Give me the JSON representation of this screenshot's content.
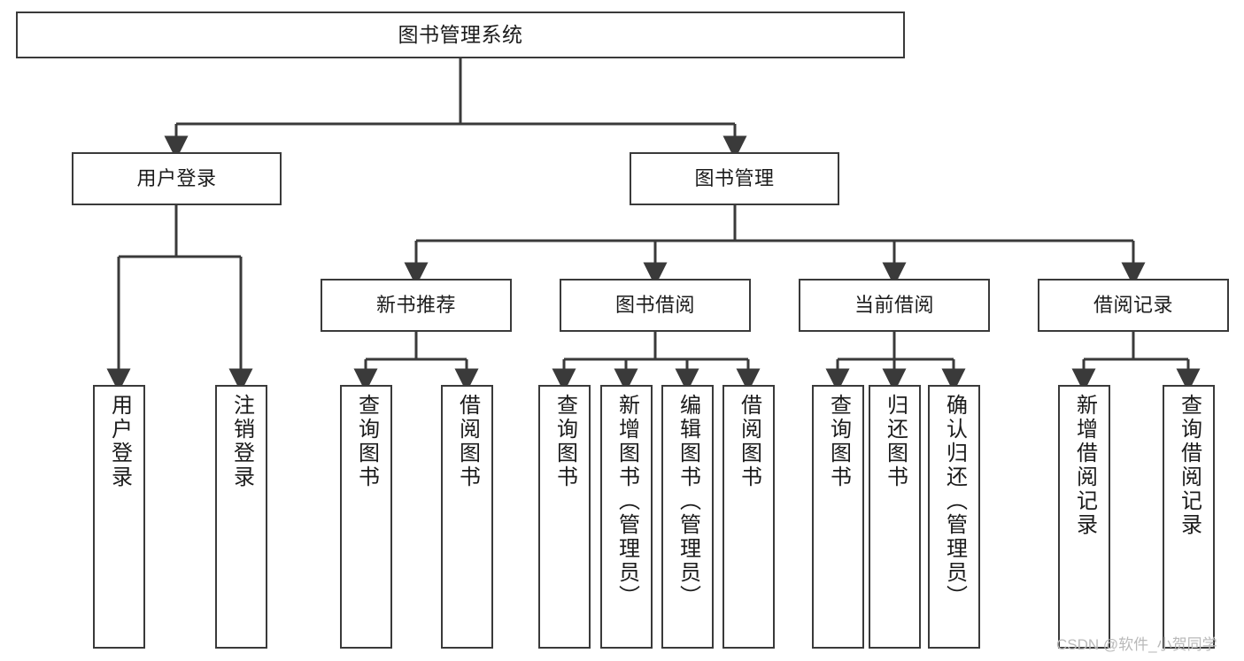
{
  "diagram": {
    "type": "tree",
    "title": "图书管理系统",
    "watermark": "CSDN @软件_小贺同学",
    "colors": {
      "box_border": "#3a3a3a",
      "box_fill": "#ffffff",
      "edge": "#3a3a3a",
      "text": "#1b1b1b",
      "watermark": "#b9b9b9"
    },
    "nodes": {
      "root": {
        "label": "图书管理系统"
      },
      "level2": [
        {
          "label": "用户登录"
        },
        {
          "label": "图书管理"
        }
      ],
      "level3": [
        {
          "label": "新书推荐"
        },
        {
          "label": "图书借阅"
        },
        {
          "label": "当前借阅"
        },
        {
          "label": "借阅记录"
        }
      ],
      "leaves": {
        "user_login": [
          {
            "label": "用户登录"
          },
          {
            "label": "注销登录"
          }
        ],
        "new_book_recommend": [
          {
            "label": "查询图书"
          },
          {
            "label": "借阅图书"
          }
        ],
        "book_borrow": [
          {
            "label": "查询图书"
          },
          {
            "label": "新增图书（管理员）"
          },
          {
            "label": "编辑图书（管理员）"
          },
          {
            "label": "借阅图书"
          }
        ],
        "current_borrow": [
          {
            "label": "查询图书"
          },
          {
            "label": "归还图书"
          },
          {
            "label": "确认归还（管理员）"
          }
        ],
        "borrow_record": [
          {
            "label": "新增借阅记录"
          },
          {
            "label": "查询借阅记录"
          }
        ]
      }
    }
  }
}
